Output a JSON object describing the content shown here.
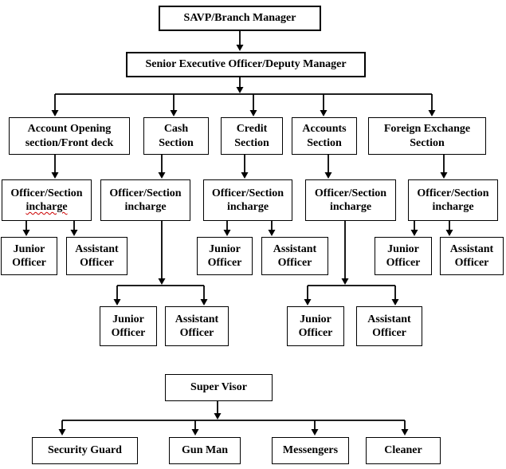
{
  "diagram": {
    "type": "org-chart",
    "description": "Branch organizational hierarchy chart",
    "colors": {
      "line": "#000000",
      "border": "#000000",
      "text": "#000000",
      "background": "#ffffff",
      "spellcheck_underline": "#cc0000"
    },
    "nodes": {
      "branch_manager": {
        "label": "SAVP/Branch Manager"
      },
      "deputy_manager": {
        "label": "Senior Executive Officer/Deputy Manager"
      },
      "account_opening": {
        "label": "Account Opening\nsection/Front deck"
      },
      "cash": {
        "label": "Cash\nSection"
      },
      "credit": {
        "label": "Credit\nSection"
      },
      "accounts": {
        "label": "Accounts\nSection"
      },
      "foreign_exchange": {
        "label": "Foreign Exchange\nSection"
      },
      "officer1": {
        "line1": "Officer/Section",
        "line2": "incharge"
      },
      "officer2": {
        "line1": "Officer/Section",
        "line2": "incharge"
      },
      "officer3": {
        "line1": "Officer/Section",
        "line2": "incharge"
      },
      "officer4": {
        "line1": "Officer/Section",
        "line2": "incharge"
      },
      "officer5": {
        "line1": "Officer/Section",
        "line2": "incharge"
      },
      "junior1": {
        "label": "Junior\nOfficer"
      },
      "assistant1": {
        "label": "Assistant\nOfficer"
      },
      "junior2": {
        "label": "Junior\nOfficer"
      },
      "assistant2": {
        "label": "Assistant\nOfficer"
      },
      "junior3": {
        "label": "Junior\nOfficer"
      },
      "assistant3": {
        "label": "Assistant\nOfficer"
      },
      "junior4": {
        "label": "Junior\nOfficer"
      },
      "assistant4": {
        "label": "Assistant\nOfficer"
      },
      "junior5": {
        "label": "Junior\nOfficer"
      },
      "assistant5": {
        "label": "Assistant\nOfficer"
      },
      "supervisor": {
        "label": "Super Visor"
      },
      "security_guard": {
        "label": "Security Guard"
      },
      "gun_man": {
        "label": "Gun Man"
      },
      "messengers": {
        "label": "Messengers"
      },
      "cleaner": {
        "label": "Cleaner"
      }
    }
  }
}
